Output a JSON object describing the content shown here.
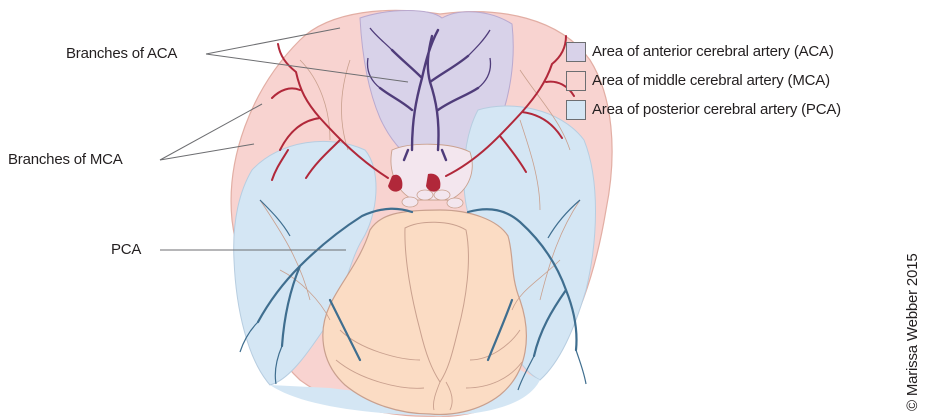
{
  "labels": {
    "branches_aca": "Branches of ACA",
    "branches_mca": "Branches of MCA",
    "pca": "PCA"
  },
  "legend": [
    {
      "label": "Area of anterior cerebral artery (ACA)",
      "color": "#d8d2e9"
    },
    {
      "label": "Area of middle cerebral artery (MCA)",
      "color": "#f8d3d0"
    },
    {
      "label": "Area of posterior cerebral artery (PCA)",
      "color": "#d4e6f4"
    }
  ],
  "copyright": "© Marissa Webber 2015",
  "colors": {
    "aca_region": "#d8d2e9",
    "mca_region": "#f8d3d0",
    "pca_region": "#d4e6f4",
    "brainstem": "#fbdcc4",
    "aca_vessel": "#4f3c7a",
    "mca_vessel": "#b1283a",
    "pca_vessel": "#3f6e8f",
    "outline": "#c9a08e"
  }
}
